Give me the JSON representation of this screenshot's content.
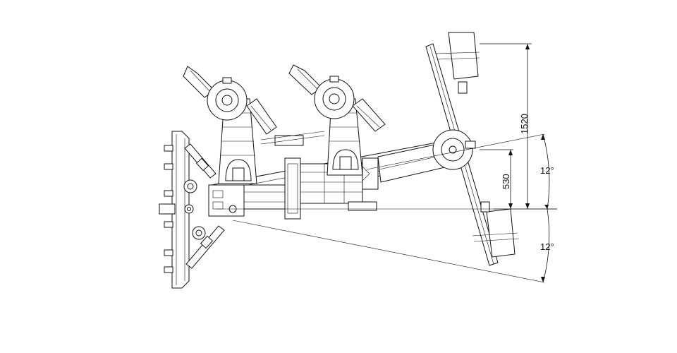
{
  "dimensions": {
    "overall_width": "1520",
    "pivot_offset": "530",
    "angle_upper": "12°",
    "angle_lower": "12°"
  },
  "components": {
    "left_mount_frame": "mount-frame",
    "main_beam": "main-beam",
    "upper_wheels": [
      "gauge-wheel-1",
      "gauge-wheel-2"
    ],
    "end_bar": "end-toolbar"
  }
}
